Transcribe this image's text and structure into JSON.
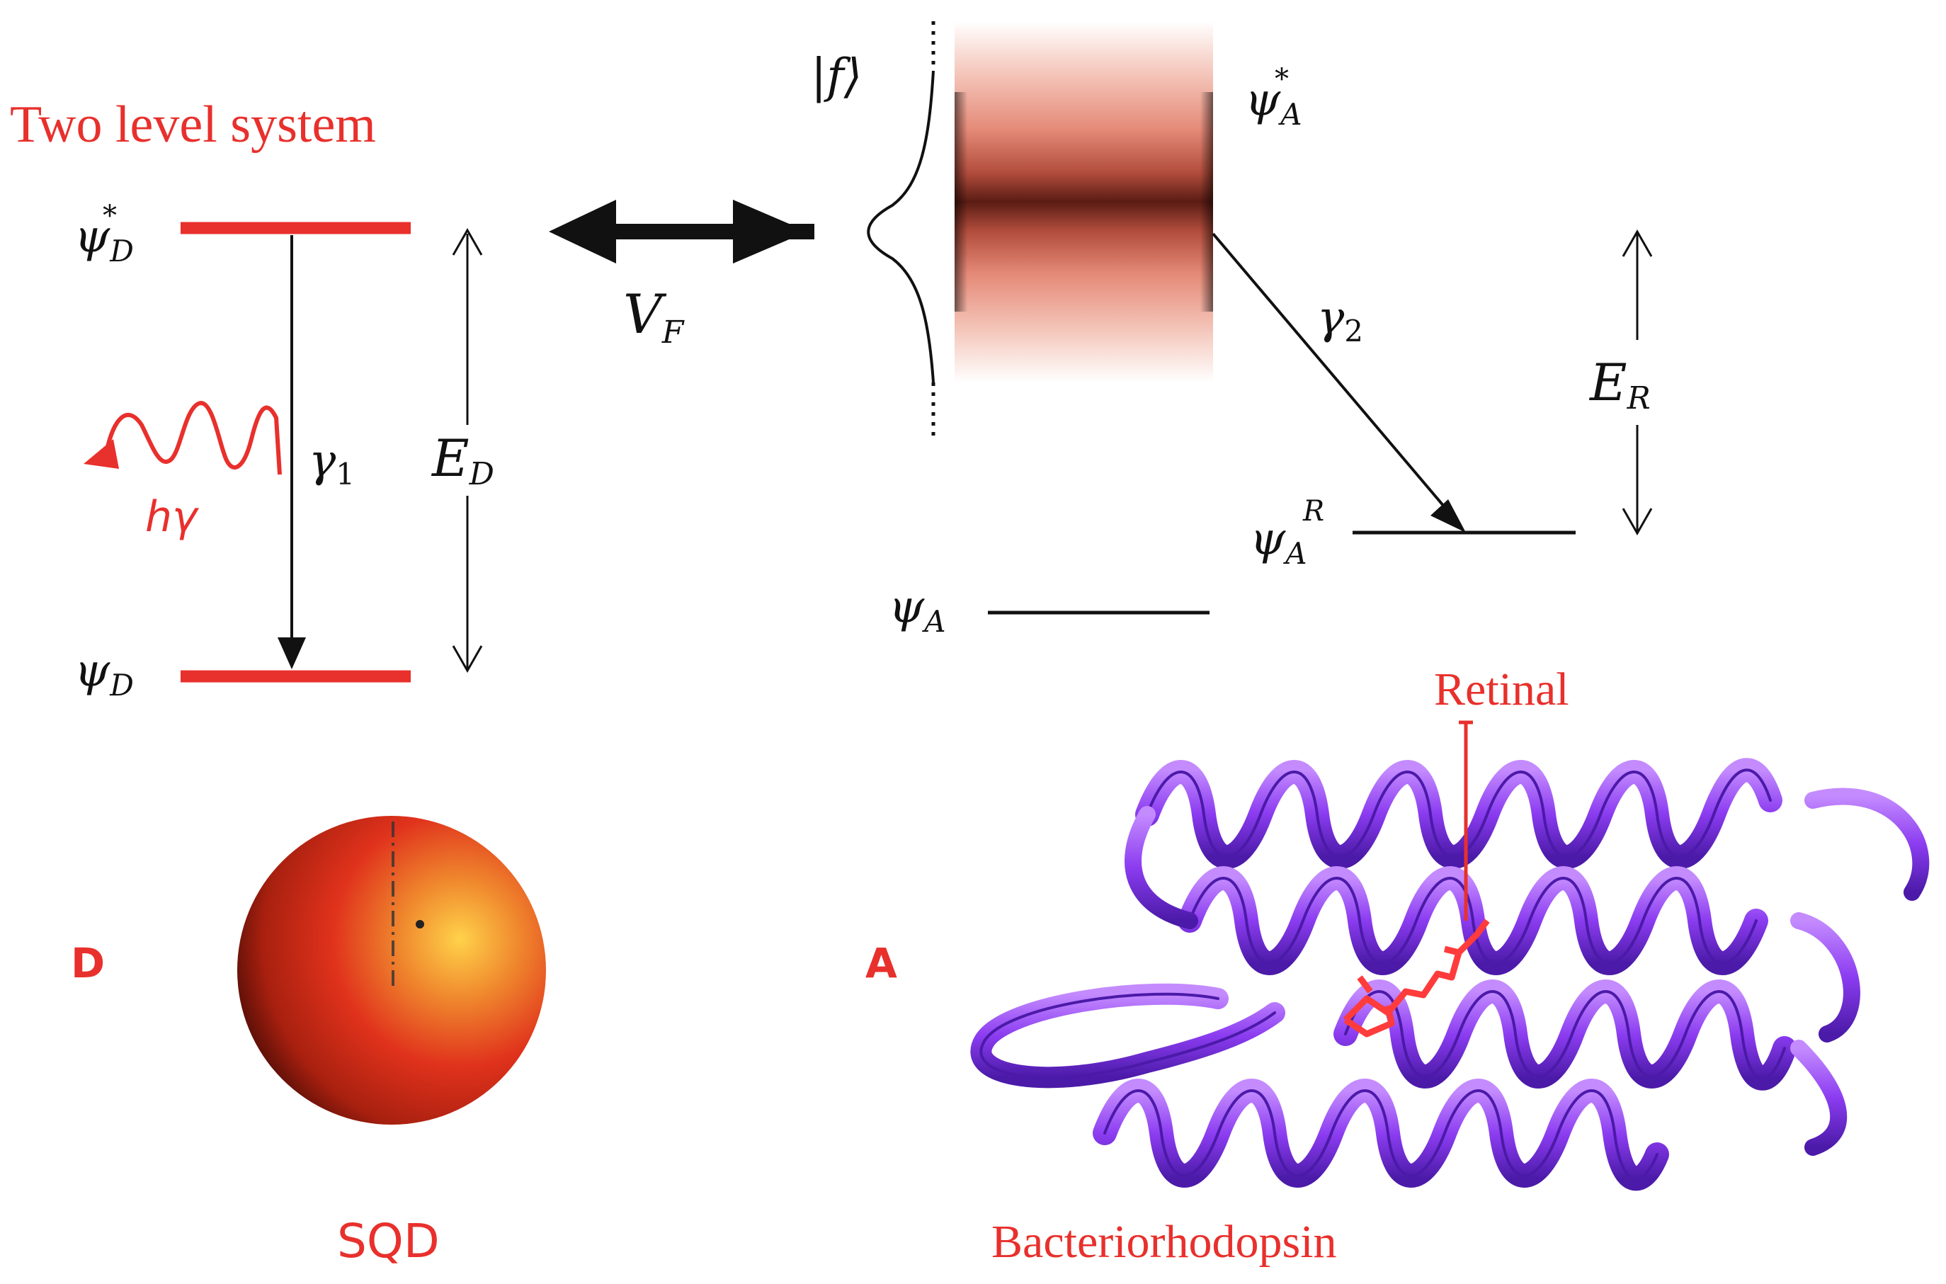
{
  "colors": {
    "accent_red": "#e8302c",
    "ink": "#111111",
    "protein": "#8b3cf0",
    "protein_dark": "#4b1aa8",
    "sphere_hot": "#ffd24a",
    "sphere_mid": "#e8402a",
    "sphere_dark": "#5a0f08"
  },
  "left_panel": {
    "title": "Two level system",
    "excited_state": {
      "base": "ψ",
      "sub": "D",
      "sup": "*"
    },
    "ground_state": {
      "base": "ψ",
      "sub": "D"
    },
    "decay_rate": {
      "base": "γ",
      "sub": "1"
    },
    "energy_gap": {
      "base": "E",
      "sub": "D"
    },
    "photon_label": "hγ",
    "photon_icon": "wavy-arrow-icon"
  },
  "coupling": {
    "label": {
      "base": "V",
      "sub": "F"
    },
    "icon": "double-headed-arrow-icon"
  },
  "right_panel": {
    "continuum_label": "|f⟩",
    "excited_state": {
      "base": "ψ",
      "sub": "A",
      "sup": "*"
    },
    "decay_rate": {
      "base": "γ",
      "sub": "2"
    },
    "relaxed_state": {
      "base": "ψ",
      "sub": "A",
      "sup": "R"
    },
    "energy_gap": {
      "base": "E",
      "sub": "R"
    },
    "ground_state": {
      "base": "ψ",
      "sub": "A"
    }
  },
  "bottom": {
    "donor_letter": "D",
    "donor_caption": "SQD",
    "acceptor_letter": "A",
    "acceptor_caption": "Bacteriorhodopsin",
    "retinal_label": "Retinal"
  }
}
